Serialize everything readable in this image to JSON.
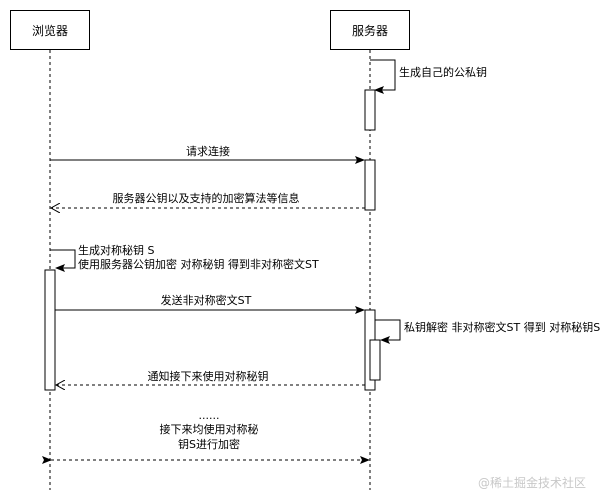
{
  "participants": {
    "browser": "浏览器",
    "server": "服务器"
  },
  "messages": {
    "server_self_generate_keys": "生成自己的公私钥",
    "request_connection": "请求连接",
    "server_reply_key_algorithms": "服务器公钥以及支持的加密算法等信息",
    "browser_self_line1": "生成对称秘钥 S",
    "browser_self_line2": "使用服务器公钥加密 对称秘钥 得到非对称密文ST",
    "send_ciphertext": "发送非对称密文ST",
    "server_self_decrypt": "私钥解密 非对称密文ST 得到 对称秘钥S",
    "notify_symmetric": "通知接下来使用对称秘钥",
    "note_line1": "......",
    "note_line2": "接下来均使用对称秘",
    "note_line3": "钥S进行加密"
  },
  "watermark": "@稀土掘金技术社区"
}
